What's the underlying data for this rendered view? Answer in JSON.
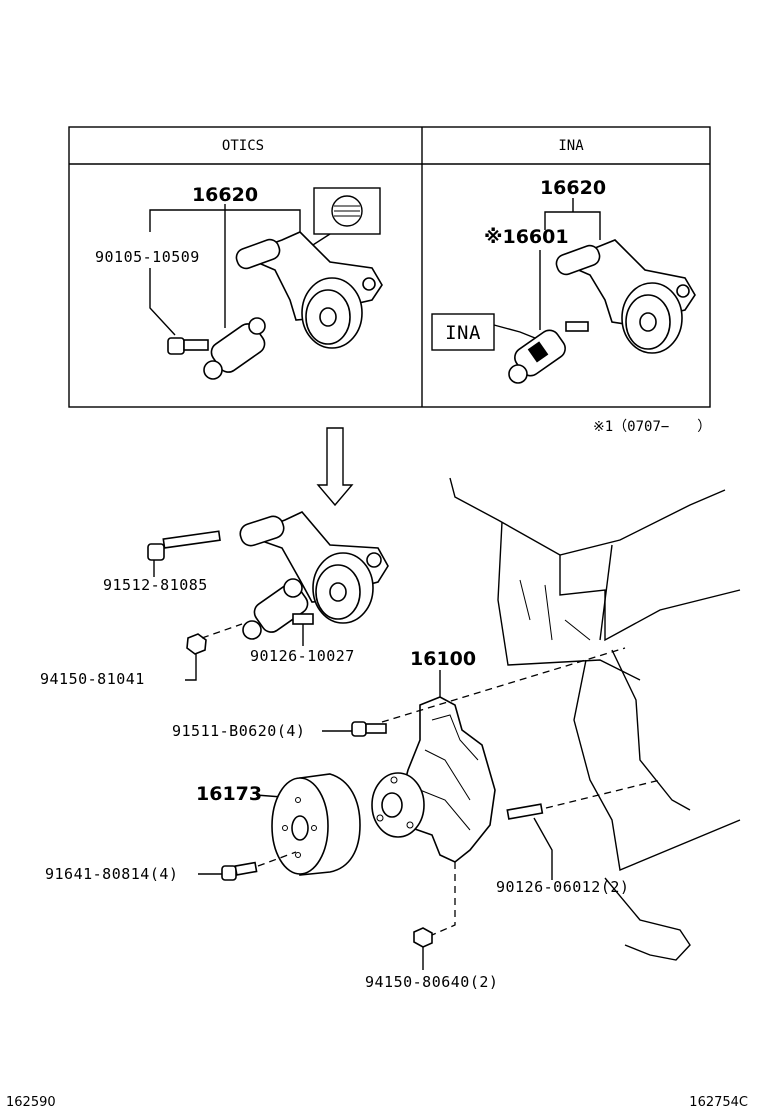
{
  "table": {
    "col_otics": "OTICS",
    "col_ina": "INA"
  },
  "otics": {
    "part_assembly": "16620",
    "part_bolt": "90105-10509"
  },
  "ina": {
    "part_assembly": "16620",
    "part_tensioner": "※16601",
    "ina_tag": "INA"
  },
  "footnote": "※1（0707−　　）",
  "parts": {
    "p_91512": "91512-81085",
    "p_94150_81041": "94150-81041",
    "p_90126_10027": "90126-10027",
    "p_16100": "16100",
    "p_91511": "91511-B0620(4)",
    "p_16173": "16173",
    "p_91641": "91641-80814(4)",
    "p_90126_06012": "90126-06012(2)",
    "p_94150_80640": "94150-80640(2)"
  },
  "footer": {
    "left_code": "162590",
    "right_code": "162754C"
  }
}
